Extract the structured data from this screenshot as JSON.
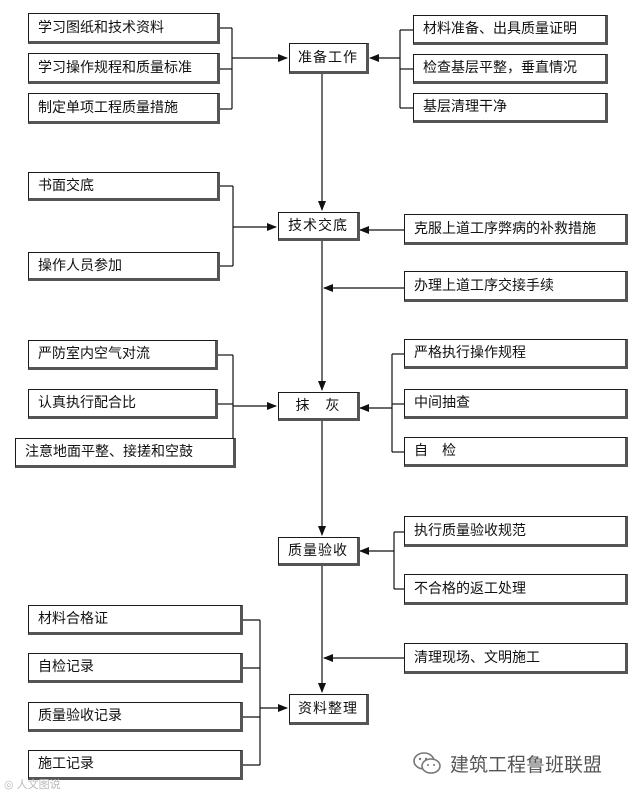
{
  "center_steps": {
    "prepare": "准备工作",
    "tech_brief": "技术交底",
    "plaster": "抹　灰",
    "inspection": "质量验收",
    "documents": "资料整理"
  },
  "left_inputs": {
    "prepare": [
      "学习图纸和技术资料",
      "学习操作规程和质量标准",
      "制定单项工程质量措施"
    ],
    "tech_brief": [
      "书面交底",
      "操作人员参加"
    ],
    "plaster": [
      "严防室内空气对流",
      "认真执行配合比",
      "注意地面平整、接搓和空鼓"
    ],
    "documents": [
      "材料合格证",
      "自检记录",
      "质量验收记录",
      "施工记录"
    ]
  },
  "right_inputs": {
    "prepare": [
      "材料准备、出具质量证明",
      "检查基层平整，垂直情况",
      "基层清理干净"
    ],
    "tech_brief": [
      "克服上道工序弊病的补救措施"
    ],
    "handover": "办理上道工序交接手续",
    "plaster": [
      "严格执行操作规程",
      "中间抽查",
      "自　检"
    ],
    "inspection": [
      "执行质量验收规范",
      "不合格的返工处理"
    ],
    "cleanup": "清理现场、文明施工"
  },
  "watermark": {
    "text": "建筑工程鲁班联盟",
    "icon": "wechat-logo-icon",
    "corner_text": "人文图说"
  }
}
